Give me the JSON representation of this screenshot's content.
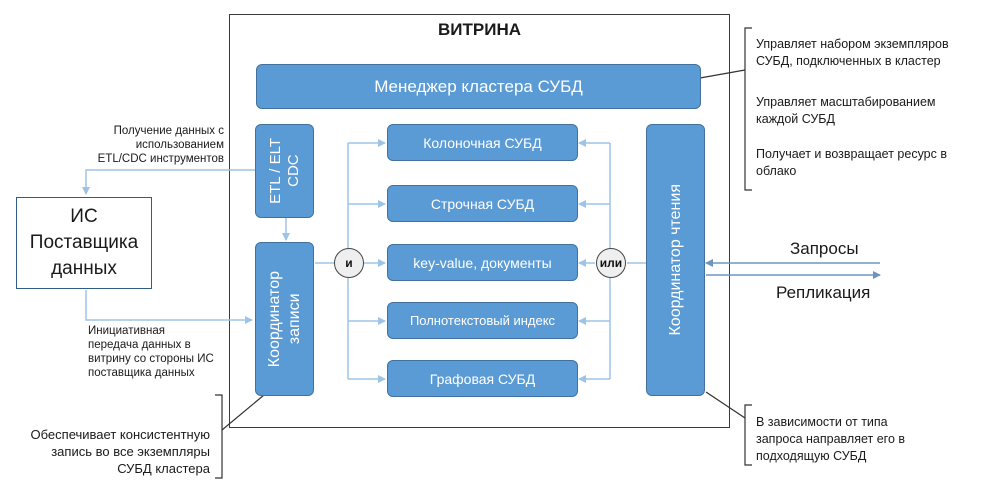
{
  "vitrina_title": "ВИТРИНА",
  "cluster_manager": "Менеджер кластера СУБД",
  "etl_block": "ETL / ELT\nCDC",
  "write_coordinator": "Координатор\nзаписи",
  "read_coordinator": "Координатор чтения",
  "and_label": "и",
  "or_label": "или",
  "dbms": [
    "Колоночная СУБД",
    "Строчная СУБД",
    "key-value, документы",
    "Полнотекстовый индекс",
    "Графовая СУБД"
  ],
  "source_system": "ИС\nПоставщика\nданных",
  "notes": {
    "etl_note": "Получение данных с\nиспользованием\nETL/CDC инструментов",
    "push_note": "Инициативная\nпередача данных в\nвитрину со стороны ИС\nпоставщика данных",
    "consistency_note": "Обеспечивает консистентную\nзапись во все экземпляры\nСУБД кластера",
    "manager_note_1": "Управляет набором экземпляров\nСУБД, подключенных в кластер",
    "manager_note_2": "Управляет масштабированием\nкаждой СУБД",
    "manager_note_3": "Получает и возвращает ресурс в\nоблако",
    "routing_note": "В зависимости от типа\nзапроса направляет его в\nподходящую СУБД"
  },
  "requests_label": "Запросы",
  "replication_label": "Репликация",
  "colors": {
    "block_fill": "#5b9bd5",
    "block_border": "#41719c",
    "connector": "#9dc3e6"
  }
}
